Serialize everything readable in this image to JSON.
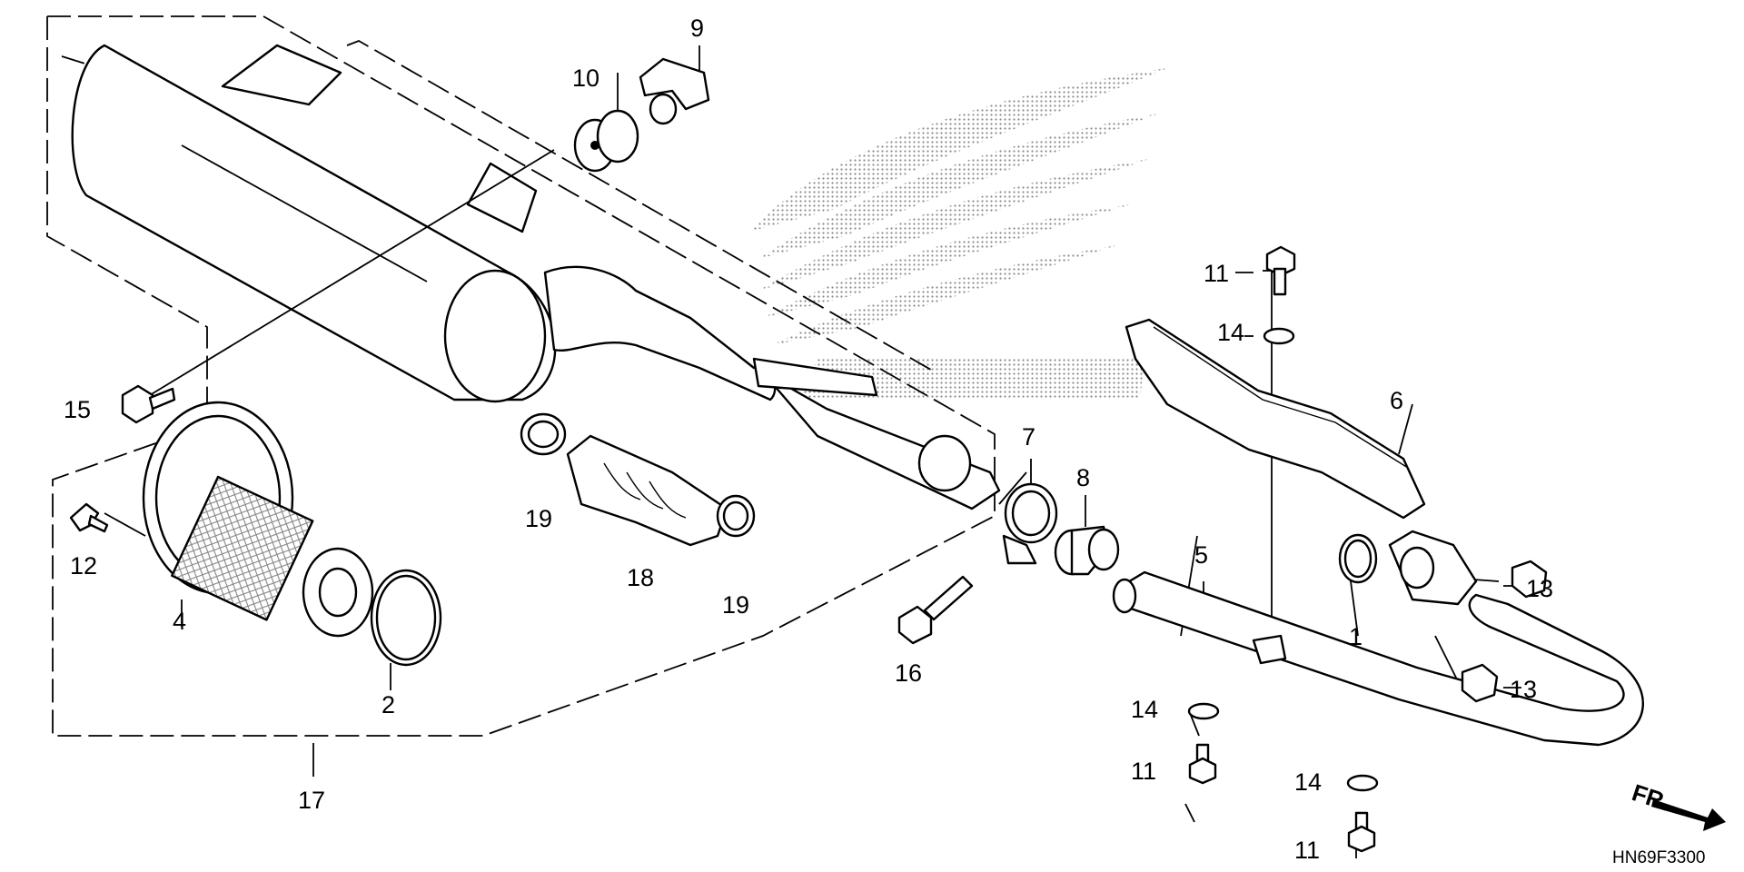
{
  "diagram": {
    "part_labels": [
      "1",
      "2",
      "4",
      "5",
      "6",
      "7",
      "8",
      "9",
      "10",
      "11",
      "11",
      "11",
      "12",
      "13",
      "13",
      "14",
      "14",
      "14",
      "15",
      "16",
      "17",
      "18",
      "19",
      "19"
    ],
    "drawing_code": "HN69F3300",
    "front_indicator": "FR.",
    "watermark": "honda-wing-logo"
  }
}
